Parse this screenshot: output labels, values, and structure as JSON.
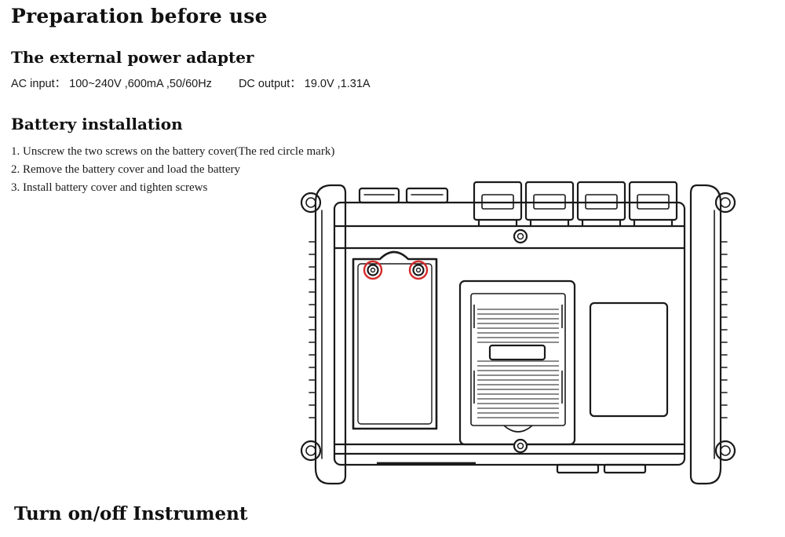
{
  "page": {
    "title": "Preparation before use",
    "adapter": {
      "heading": "The external power adapter",
      "ac_input": "AC input： 100~240V ,600mA ,50/60Hz",
      "dc_output": "DC output： 19.0V ,1.31A"
    },
    "battery": {
      "heading": "Battery installation",
      "steps": [
        "1. Unscrew the two screws on the battery cover(The red circle mark)",
        "2. Remove the battery cover and load the battery",
        "3. Install battery cover and tighten screws"
      ]
    },
    "next_heading": "Turn on/off Instrument"
  },
  "illustration": {
    "subject": "instrument back view with battery cover",
    "highlight_color": "#d42a2a",
    "line_color": "#1a1a1a"
  }
}
